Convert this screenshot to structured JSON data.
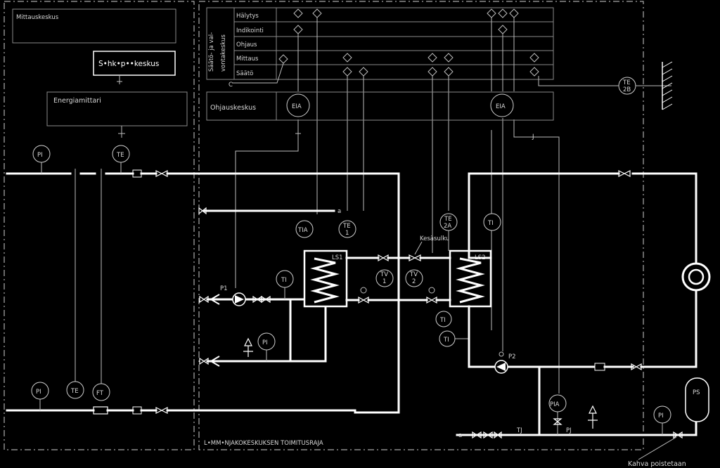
{
  "panels": {
    "mittauskeskus": "Mittauskeskus",
    "sahkopaakeskus": "S•hk•p••keskus",
    "energiamittari": "Energiamittari",
    "ohjauskeskus": "Ohjauskeskus",
    "saato_line1": "Säätö- ja val-",
    "saato_line2": "vontakeskus"
  },
  "function_rows": [
    "Hälytys",
    "Indikointi",
    "Ohjaus",
    "Mittaus",
    "Säätö"
  ],
  "instruments": {
    "eia_left": "EIA",
    "eia_right": "EIA",
    "te2b_a": "TE",
    "te2b_b": "2B",
    "pi_top": "PI",
    "te_top": "TE",
    "pi_bottom": "PI",
    "te_bottom": "TE",
    "ft_bottom": "FT",
    "tia": "TIA",
    "te1_a": "TE",
    "te1_b": "1",
    "te2a_a": "TE",
    "te2a_b": "2A",
    "ti_right_top": "TI",
    "ti_left": "TI",
    "pi_mid": "PI",
    "tv1_a": "TV",
    "tv1_b": "1",
    "tv2_a": "TV",
    "tv2_b": "2",
    "ti_mid_a": "TI",
    "ti_mid_b": "TI",
    "pia": "PIA",
    "pi_lower_right": "PI",
    "ps": "PS"
  },
  "labels": {
    "ls1": "LS1",
    "ls2": "LS2",
    "p1": "P1",
    "p2": "P2",
    "kesasulku": "Kesäsulku",
    "tj": "TJ",
    "pj": "PJ",
    "a_mark": "a",
    "c_mark": "C",
    "j_mark": "J",
    "boundary": "L•MM•NJAKOKESKUKSEN TOIMITUSRAJA",
    "kahva": "Kahva poistetaan"
  }
}
